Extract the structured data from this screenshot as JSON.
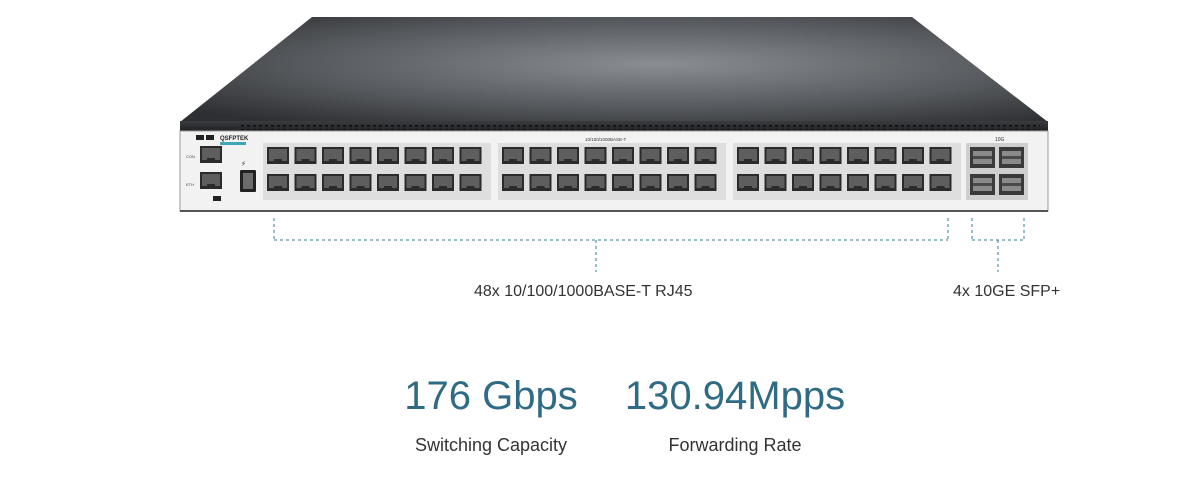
{
  "device": {
    "brand": "QSFPTEK",
    "panel_center_label": "10/100/1000BASE-T",
    "sfp_group_label": "10G",
    "console_label": "CON",
    "eth_label": "ETH"
  },
  "callouts": {
    "rj45_label": "48x 10/100/1000BASE-T RJ45",
    "sfp_label": "4x 10GE SFP+"
  },
  "stats": [
    {
      "value": "176 Gbps",
      "caption": "Switching Capacity"
    },
    {
      "value": "130.94Mpps",
      "caption": "Forwarding Rate"
    }
  ],
  "colors": {
    "accent": "#2f6b84",
    "callout_line": "#3a7d96",
    "chassis_top": "#5a5d61",
    "front_panel": "#f2f2f2"
  }
}
